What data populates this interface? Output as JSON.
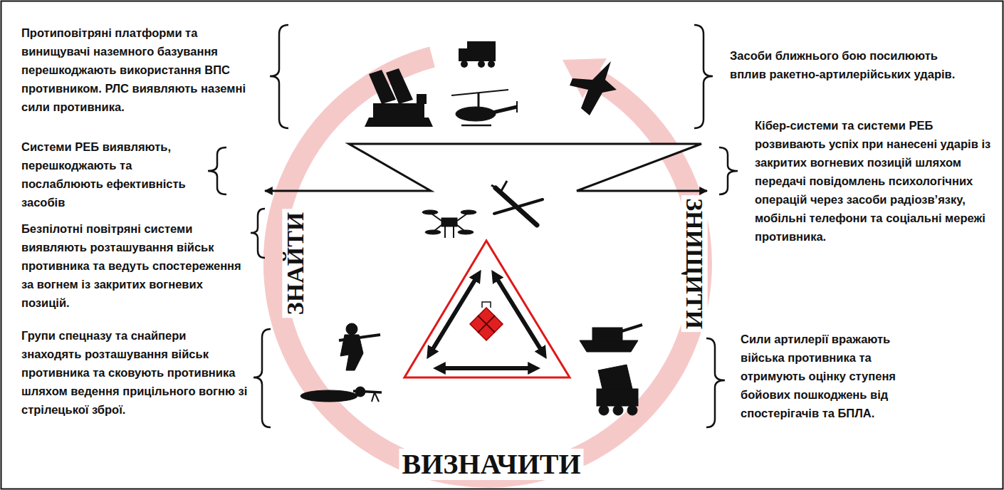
{
  "diagram": {
    "labels": [
      "Протиповітряні платформи та винищувачі наземного базування перешкоджають використання ВПС противником. РЛС виявляють наземні сили противника.",
      "Засоби ближнього бою посилюють вплив ракетно-артилерійських ударів.",
      "Системи РЕБ виявляють, перешкоджають та послаблюють ефективність засобів",
      "Кібер-системи та системи РЕБ розвивають успіх при нанесені ударів із закритих вогневих позицій шляхом передачі повідомлень психологічних операцій через засоби радіозв’язку, мобільні телефони та соціальні мережі противника.",
      "Безпілотні повітряні системи виявляють розташування військ противника та ведуть спостереження за вогнем із закритих вогневих позицій.",
      "ЗНАЙТИ",
      "ЗНИЩИТИ",
      "Групи спецназу та снайпери знаходять розташування військ противника та сковують противника шляхом ведення прицільного вогню зі стрілецької зброї.",
      "Сили артилерії вражають війська противника та отримують оцінку ступеня бойових пошкоджень від спостерігачів та БПЛА.",
      "ВИЗНАЧИТИ"
    ]
  }
}
